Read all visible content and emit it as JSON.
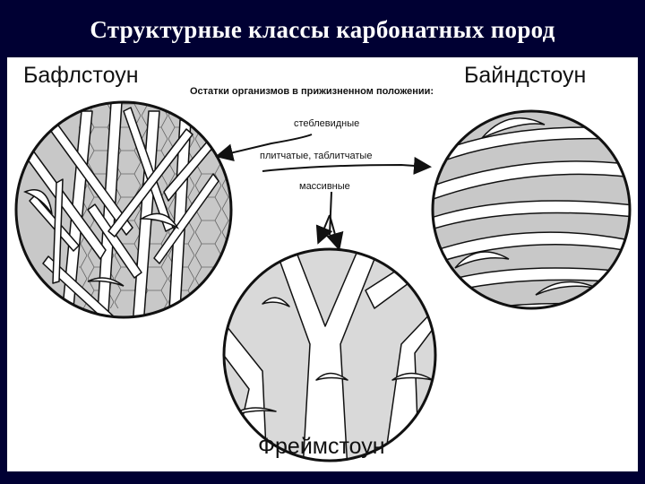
{
  "slide": {
    "title": "Структурные классы карбонатных пород",
    "background_color": "#000033",
    "panel_color": "#ffffff"
  },
  "figure": {
    "heading": "Остатки организмов в прижизненном положении:",
    "rock_types": {
      "bafflestone": "Бафлстоун",
      "bindstone": "Байндстоун",
      "framestone": "Фреймстоун"
    },
    "organism_forms": {
      "stemlike": "стеблевидные",
      "platy": "плитчатые, таблитчатые",
      "massive": "массивные"
    },
    "pointer_arrows": [
      {
        "from": "стеблевидные",
        "to": "Бафлстоун"
      },
      {
        "from": "плитчатые, таблитчатые",
        "to": "Байндстоун"
      },
      {
        "from": "массивные",
        "to": "Фреймстоун"
      }
    ],
    "circle_fill_color": "#c8c8c8",
    "outline_color": "#111111"
  }
}
